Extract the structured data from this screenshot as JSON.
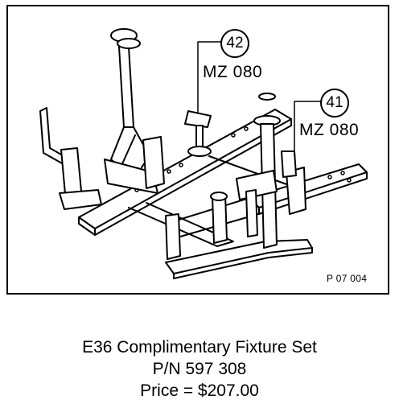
{
  "diagram": {
    "figure_ref": "P 07 004",
    "callouts": [
      {
        "number": "42",
        "tool": "MZ 080"
      },
      {
        "number": "41",
        "tool": "MZ 080"
      }
    ]
  },
  "caption": {
    "title": "E36 Complimentary Fixture Set",
    "part_number": "P/N 597 308",
    "price": "Price = $207.00"
  }
}
